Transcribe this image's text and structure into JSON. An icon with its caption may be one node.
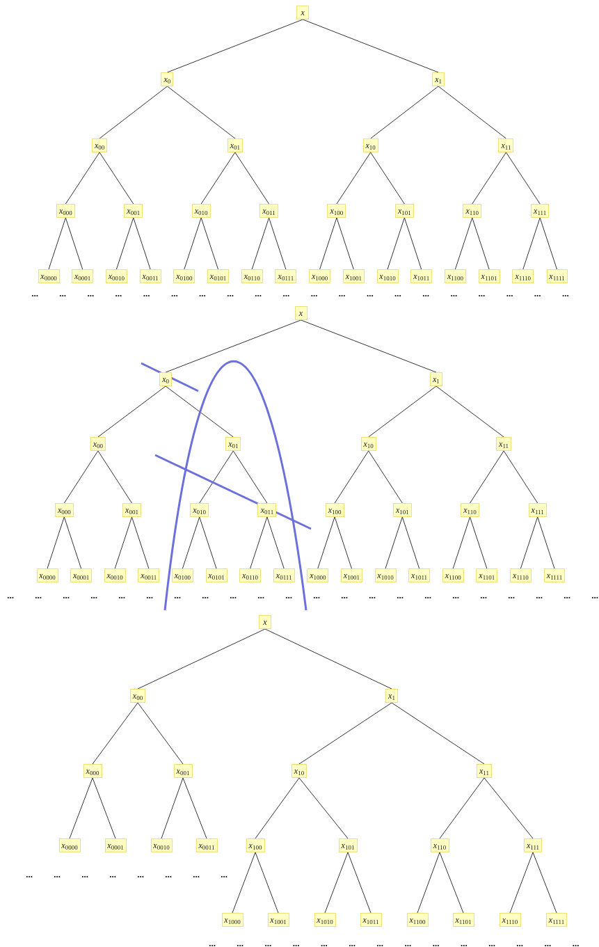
{
  "diagram": {
    "nodes": [
      {
        "text": [
          "x"
        ]
      },
      {
        "text": [
          "x$_{0}$"
        ]
      },
      {
        "text": [
          "x$_{1}$"
        ]
      },
      {
        "text": [
          "x$_{00}$"
        ]
      },
      {
        "text": [
          "x$_{01}$"
        ]
      },
      {
        "text": [
          "x$_{10}$"
        ]
      },
      {
        "text": [
          "x$_{11}$"
        ]
      },
      {
        "text": [
          "x$_{000}$"
        ]
      },
      {
        "text": [
          "x$_{001}$"
        ]
      },
      {
        "text": [
          "x$_{010}$"
        ]
      },
      {
        "text": [
          "x$_{011}$"
        ]
      },
      {
        "text": [
          "x$_{100}$"
        ]
      },
      {
        "text": [
          "x$_{101}$"
        ]
      },
      {
        "text": [
          "x$_{110}$"
        ]
      },
      {
        "text": [
          "x$_{111}$"
        ]
      },
      {
        "text": [
          "x$_{0000}$"
        ]
      },
      {
        "text": [
          "x$_{0001}$"
        ]
      },
      {
        "text": [
          "x$_{0010}$"
        ]
      },
      {
        "text": [
          "x$_{0011}$"
        ]
      },
      {
        "text": [
          "x$_{0100}$"
        ]
      },
      {
        "text": [
          "x$_{0101}$"
        ]
      },
      {
        "text": [
          "x$_{0110}$"
        ]
      },
      {
        "text": [
          "x$_{0111}$"
        ]
      },
      {
        "text": [
          "x$_{1000}$"
        ]
      },
      {
        "text": [
          "x$_{1001}$"
        ]
      },
      {
        "text": [
          "x$_{1010}$"
        ]
      },
      {
        "text": [
          "x$_{1011}$"
        ]
      },
      {
        "text": [
          "x$_{1100}$"
        ]
      },
      {
        "text": [
          "x$_{1101}$"
        ]
      },
      {
        "text": [
          "x$_{1110}$"
        ]
      },
      {
        "text": [
          "x$_{1111}$"
        ]
      },
      {
        "text": [
          "x"
        ]
      },
      {
        "text": [
          "x$_{0}$"
        ]
      },
      {
        "text": [
          "x$_{1}$"
        ]
      },
      {
        "text": [
          "x$_{00}$"
        ]
      },
      {
        "text": [
          "x$_{01}$"
        ]
      },
      {
        "text": [
          "x$_{10}$"
        ]
      },
      {
        "text": [
          "x$_{11}$"
        ]
      },
      {
        "text": [
          "x$_{000}$"
        ]
      },
      {
        "text": [
          "x$_{001}$"
        ]
      },
      {
        "text": [
          "x$_{010}$"
        ]
      },
      {
        "text": [
          "x$_{011}$"
        ]
      },
      {
        "text": [
          "x$_{100}$"
        ]
      },
      {
        "text": [
          "x$_{101}$"
        ]
      },
      {
        "text": [
          "x$_{110}$"
        ]
      },
      {
        "text": [
          "x$_{111}$"
        ]
      },
      {
        "text": [
          "x$_{0000}$"
        ]
      },
      {
        "text": [
          "x$_{0001}$"
        ]
      },
      {
        "text": [
          "x$_{0010}$"
        ]
      },
      {
        "text": [
          "x$_{0011}$"
        ]
      },
      {
        "text": [
          "x$_{0100}$"
        ]
      },
      {
        "text": [
          "x$_{0101}$"
        ]
      },
      {
        "text": [
          "x$_{0110}$"
        ]
      },
      {
        "text": [
          "x$_{0111}$"
        ]
      },
      {
        "text": [
          "x$_{1000}$"
        ]
      },
      {
        "text": [
          "x$_{1001}$"
        ]
      },
      {
        "text": [
          "x$_{1010}$"
        ]
      },
      {
        "text": [
          "x$_{1011}$"
        ]
      },
      {
        "text": [
          "x$_{1100}$"
        ]
      },
      {
        "text": [
          "x$_{1101}$"
        ]
      },
      {
        "text": [
          "x$_{1110}$"
        ]
      },
      {
        "text": [
          "x$_{1111}$"
        ]
      },
      {
        "text": [
          "x"
        ]
      },
      {
        "text": [
          "x$_{00}$"
        ]
      },
      {
        "text": [
          "x$_{1}$"
        ]
      },
      {
        "text": [
          "x$_{000}$"
        ]
      },
      {
        "text": [
          "x$_{001}$"
        ]
      },
      {
        "text": [
          "x$_{10}$"
        ]
      },
      {
        "text": [
          "x$_{11}$"
        ]
      },
      {
        "text": [
          "x$_{0000}$"
        ]
      },
      {
        "text": [
          "x$_{0001}$"
        ]
      },
      {
        "text": [
          "x$_{0010}$"
        ]
      },
      {
        "text": [
          "x$_{0011}$"
        ]
      },
      {
        "text": [
          "x$_{100}$"
        ]
      },
      {
        "text": [
          "x$_{101}$"
        ]
      },
      {
        "text": [
          "x$_{110}$"
        ]
      },
      {
        "text": [
          "x$_{111}$"
        ]
      },
      {
        "text": [
          "x$_{1000}$"
        ]
      },
      {
        "text": [
          "x$_{1001}$"
        ]
      },
      {
        "text": [
          "x$_{1010}$"
        ]
      },
      {
        "text": [
          "x$_{1011}$"
        ]
      },
      {
        "text": [
          "x$_{1100}$"
        ]
      },
      {
        "text": [
          "x$_{1101}$"
        ]
      },
      {
        "text": [
          "x$_{1110}$"
        ]
      },
      {
        "text": [
          "x$_{1111}$"
        ]
      }
    ],
    "edges": [
      {
        "from": 0,
        "to": 1,
        "arrow": "none"
      },
      {
        "from": 0,
        "to": 2,
        "arrow": "none"
      },
      {
        "from": 1,
        "to": 3,
        "arrow": "none"
      },
      {
        "from": 1,
        "to": 4,
        "arrow": "none"
      },
      {
        "from": 2,
        "to": 5,
        "arrow": "none"
      },
      {
        "from": 2,
        "to": 6,
        "arrow": "none"
      },
      {
        "from": 3,
        "to": 7,
        "arrow": "none"
      },
      {
        "from": 3,
        "to": 8,
        "arrow": "none"
      },
      {
        "from": 4,
        "to": 9,
        "arrow": "none"
      },
      {
        "from": 4,
        "to": 10,
        "arrow": "none"
      },
      {
        "from": 5,
        "to": 11,
        "arrow": "none"
      },
      {
        "from": 5,
        "to": 12,
        "arrow": "none"
      },
      {
        "from": 6,
        "to": 13,
        "arrow": "none"
      },
      {
        "from": 6,
        "to": 14,
        "arrow": "none"
      },
      {
        "from": 7,
        "to": 15,
        "arrow": "none"
      },
      {
        "from": 7,
        "to": 16,
        "arrow": "none"
      },
      {
        "from": 8,
        "to": 17,
        "arrow": "none"
      },
      {
        "from": 8,
        "to": 18,
        "arrow": "none"
      },
      {
        "from": 9,
        "to": 19,
        "arrow": "none"
      },
      {
        "from": 9,
        "to": 20,
        "arrow": "none"
      },
      {
        "from": 10,
        "to": 21,
        "arrow": "none"
      },
      {
        "from": 10,
        "to": 22,
        "arrow": "none"
      },
      {
        "from": 11,
        "to": 23,
        "arrow": "none"
      },
      {
        "from": 11,
        "to": 24,
        "arrow": "none"
      },
      {
        "from": 12,
        "to": 25,
        "arrow": "none"
      },
      {
        "from": 12,
        "to": 26,
        "arrow": "none"
      },
      {
        "from": 13,
        "to": 27,
        "arrow": "none"
      },
      {
        "from": 13,
        "to": 28,
        "arrow": "none"
      },
      {
        "from": 14,
        "to": 29,
        "arrow": "none"
      },
      {
        "from": 14,
        "to": 30,
        "arrow": "none"
      },
      {
        "from": 31,
        "to": 32,
        "arrow": "none"
      },
      {
        "from": 31,
        "to": 33,
        "arrow": "none"
      },
      {
        "from": 32,
        "to": 34,
        "arrow": "none"
      },
      {
        "from": 32,
        "to": 35,
        "arrow": "none"
      },
      {
        "from": 33,
        "to": 36,
        "arrow": "none"
      },
      {
        "from": 33,
        "to": 37,
        "arrow": "none"
      },
      {
        "from": 34,
        "to": 38,
        "arrow": "none"
      },
      {
        "from": 34,
        "to": 39,
        "arrow": "none"
      },
      {
        "from": 35,
        "to": 40,
        "arrow": "none"
      },
      {
        "from": 35,
        "to": 41,
        "arrow": "none"
      },
      {
        "from": 36,
        "to": 42,
        "arrow": "none"
      },
      {
        "from": 36,
        "to": 43,
        "arrow": "none"
      },
      {
        "from": 37,
        "to": 44,
        "arrow": "none"
      },
      {
        "from": 37,
        "to": 45,
        "arrow": "none"
      },
      {
        "from": 38,
        "to": 46,
        "arrow": "none"
      },
      {
        "from": 38,
        "to": 47,
        "arrow": "none"
      },
      {
        "from": 39,
        "to": 48,
        "arrow": "none"
      },
      {
        "from": 39,
        "to": 49,
        "arrow": "none"
      },
      {
        "from": 40,
        "to": 50,
        "arrow": "none"
      },
      {
        "from": 40,
        "to": 51,
        "arrow": "none"
      },
      {
        "from": 41,
        "to": 52,
        "arrow": "none"
      },
      {
        "from": 41,
        "to": 53,
        "arrow": "none"
      },
      {
        "from": 42,
        "to": 54,
        "arrow": "none"
      },
      {
        "from": 42,
        "to": 55,
        "arrow": "none"
      },
      {
        "from": 43,
        "to": 56,
        "arrow": "none"
      },
      {
        "from": 43,
        "to": 57,
        "arrow": "none"
      },
      {
        "from": 44,
        "to": 58,
        "arrow": "none"
      },
      {
        "from": 44,
        "to": 59,
        "arrow": "none"
      },
      {
        "from": 45,
        "to": 60,
        "arrow": "none"
      },
      {
        "from": 45,
        "to": 61,
        "arrow": "none"
      },
      {
        "from": 62,
        "to": 63,
        "arrow": "none"
      },
      {
        "from": 62,
        "to": 64,
        "arrow": "none"
      },
      {
        "from": 63,
        "to": 65,
        "arrow": "none"
      },
      {
        "from": 63,
        "to": 66,
        "arrow": "none"
      },
      {
        "from": 64,
        "to": 67,
        "arrow": "none"
      },
      {
        "from": 64,
        "to": 68,
        "arrow": "none"
      },
      {
        "from": 65,
        "to": 69,
        "arrow": "none"
      },
      {
        "from": 65,
        "to": 70,
        "arrow": "none"
      },
      {
        "from": 66,
        "to": 71,
        "arrow": "none"
      },
      {
        "from": 66,
        "to": 72,
        "arrow": "none"
      },
      {
        "from": 67,
        "to": 73,
        "arrow": "none"
      },
      {
        "from": 67,
        "to": 74,
        "arrow": "none"
      },
      {
        "from": 68,
        "to": 75,
        "arrow": "none"
      },
      {
        "from": 68,
        "to": 76,
        "arrow": "none"
      },
      {
        "from": 73,
        "to": 77,
        "arrow": "none"
      },
      {
        "from": 73,
        "to": 78,
        "arrow": "none"
      },
      {
        "from": 74,
        "to": 79,
        "arrow": "none"
      },
      {
        "from": 74,
        "to": 80,
        "arrow": "none"
      },
      {
        "from": 75,
        "to": 81,
        "arrow": "none"
      },
      {
        "from": 75,
        "to": 82,
        "arrow": "none"
      },
      {
        "from": 76,
        "to": 83,
        "arrow": "none"
      },
      {
        "from": 76,
        "to": 84,
        "arrow": "none"
      }
    ],
    "labels": [
      "...",
      "...",
      "...",
      "...",
      "...",
      "...",
      "...",
      "...",
      "...",
      "...",
      "...",
      "...",
      "...",
      "...",
      "...",
      "...",
      "...",
      "...",
      "...",
      "...",
      "...",
      "...",
      "...",
      "...",
      "...",
      "...",
      "...",
      "...",
      "...",
      "...",
      "...",
      "...",
      "...",
      "...",
      "...",
      "...",
      "...",
      "...",
      "...",
      "...",
      "...",
      "...",
      "...",
      "...",
      "...",
      "...",
      "...",
      "...",
      "...",
      "...",
      "...",
      "...",
      "...",
      "...",
      "...",
      "...",
      "...",
      "...",
      "...",
      "...",
      "...",
      "...",
      "...",
      "..."
    ]
  }
}
